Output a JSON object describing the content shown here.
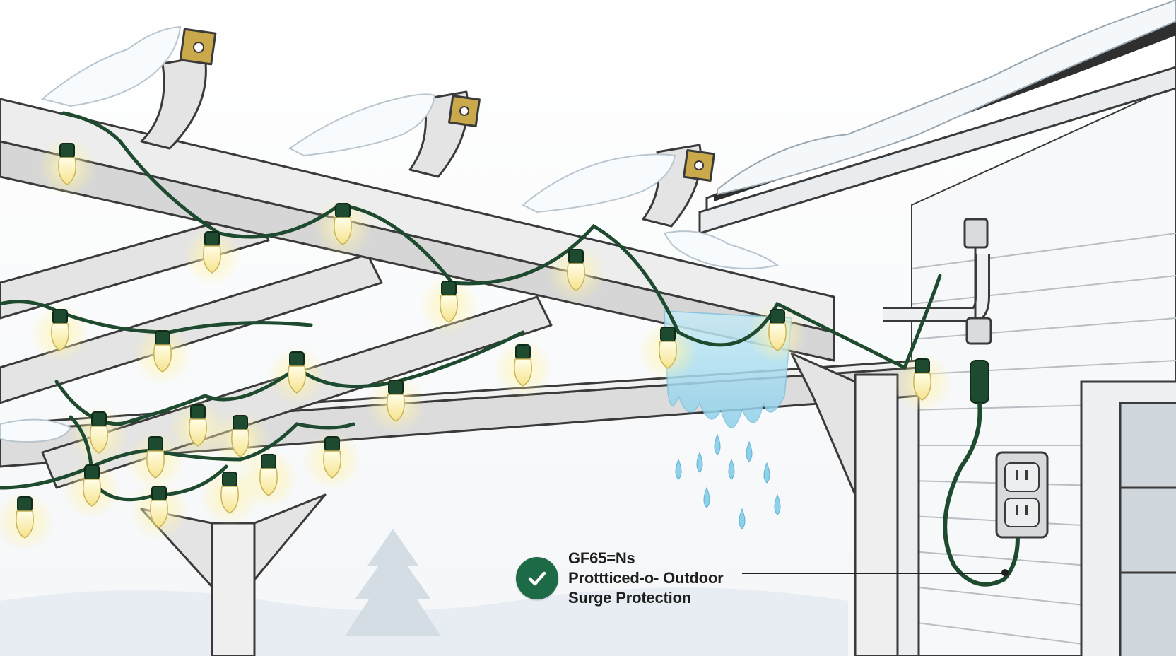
{
  "callout": {
    "line1": "GF65=Ns",
    "line2": "Prottticed-o- Outdoor",
    "line3": "Surge Protection"
  },
  "icons": {
    "badge": "checkmark-icon",
    "outlet": "outlet-icon",
    "plug": "plug-icon",
    "tree": "tree-icon"
  },
  "colors": {
    "cable": "#1e4a2f",
    "bulb_glow": "#fff6b8",
    "badge": "#1c6b46",
    "ice": "#a9d9ee",
    "wood": "#e6e6e6",
    "snow": "#f7fbfd"
  }
}
